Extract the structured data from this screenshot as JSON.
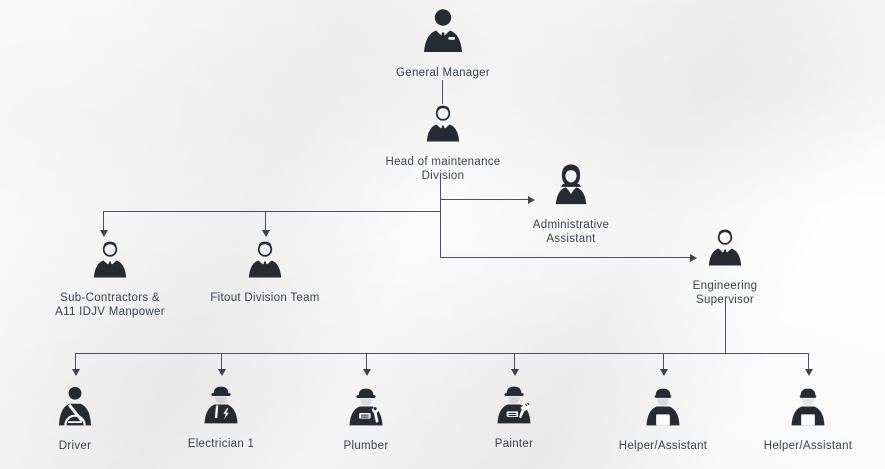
{
  "palette": {
    "icon": "#262b33",
    "text": "#3d434b",
    "line": "#4d525a",
    "background": "#f8f8f8"
  },
  "nodes": {
    "general_manager": {
      "label": "General Manager",
      "icon": "businessman-icon"
    },
    "head_of_maintenance": {
      "label": "Head of maintenance\nDivision",
      "icon": "man-suit-icon"
    },
    "administrative_assistant": {
      "label": "Administrative\nAssistant",
      "icon": "businesswoman-icon"
    },
    "sub_contractors": {
      "label": "Sub-Contractors &\nA11 IDJV Manpower",
      "icon": "man-suit-icon"
    },
    "fitout_division_team": {
      "label": "Fitout Division Team",
      "icon": "man-suit-icon"
    },
    "engineering_supervisor": {
      "label": "Engineering\nSupervisor",
      "icon": "man-suit-icon"
    },
    "driver": {
      "label": "Driver",
      "icon": "driver-icon"
    },
    "electrician": {
      "label": "Electrician 1",
      "icon": "electrician-icon"
    },
    "plumber": {
      "label": "Plumber",
      "icon": "plumber-icon"
    },
    "painter": {
      "label": "Painter",
      "icon": "painter-icon"
    },
    "helper_1": {
      "label": "Helper/Assistant",
      "icon": "helper-icon"
    },
    "helper_2": {
      "label": "Helper/Assistant",
      "icon": "helper-icon"
    }
  },
  "edges": [
    {
      "from": "General Manager",
      "to": "Head of maintenance Division"
    },
    {
      "from": "Head of maintenance Division",
      "to": "Administrative Assistant"
    },
    {
      "from": "Head of maintenance Division",
      "to": "Sub-Contractors & A11 IDJV Manpower"
    },
    {
      "from": "Head of maintenance Division",
      "to": "Fitout Division Team"
    },
    {
      "from": "Head of maintenance Division",
      "to": "Engineering Supervisor"
    },
    {
      "from": "Engineering Supervisor",
      "to": "Driver"
    },
    {
      "from": "Engineering Supervisor",
      "to": "Electrician 1"
    },
    {
      "from": "Engineering Supervisor",
      "to": "Plumber"
    },
    {
      "from": "Engineering Supervisor",
      "to": "Painter"
    },
    {
      "from": "Engineering Supervisor",
      "to": "Helper/Assistant"
    },
    {
      "from": "Engineering Supervisor",
      "to": "Helper/Assistant"
    }
  ]
}
